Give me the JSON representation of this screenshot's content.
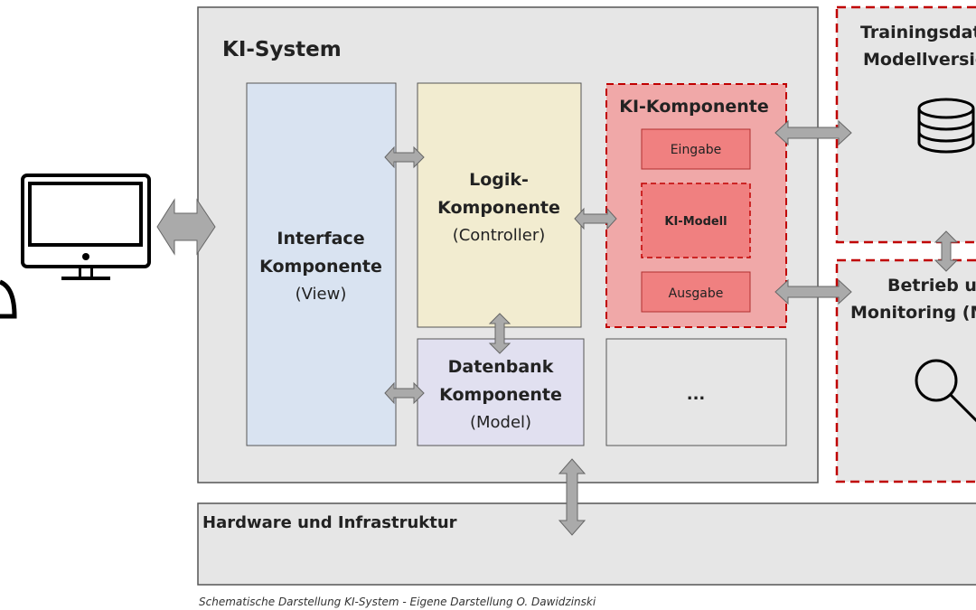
{
  "system": {
    "title": "KI-System"
  },
  "interface": {
    "line1": "Interface",
    "line2": "Komponente",
    "line3": "(View)"
  },
  "logik": {
    "line1": "Logik-",
    "line2": "Komponente",
    "line3": "(Controller)"
  },
  "datenbank": {
    "line1": "Datenbank",
    "line2": "Komponente",
    "line3": "(Model)"
  },
  "ki_komponente": {
    "title": "KI-Komponente",
    "eingabe": "Eingabe",
    "modell": "KI-Modell",
    "ausgabe": "Ausgabe"
  },
  "other": {
    "label": "..."
  },
  "training": {
    "line1": "Trainingsdaten",
    "line2": "Modellversion"
  },
  "betrieb": {
    "line1": "Betrieb und",
    "line2": "Monitoring (MLOps)"
  },
  "hardware": {
    "label": "Hardware und Infrastruktur"
  },
  "caption": "Schematische Darstellung KI-System - Eigene Darstellung O. Dawidzinski",
  "icons": [
    "monitor-icon",
    "database-icon",
    "magnifier-icon",
    "user-icon"
  ],
  "colors": {
    "system_bg": "#e6e6e6",
    "interface": "#d9e3f1",
    "logik": "#f2ecd0",
    "datenbank": "#e1e0f0",
    "ki": "#f0a8a8",
    "ki_inner": "#f08080",
    "dashed": "#c00000",
    "arrow": "#aaaaaa"
  }
}
